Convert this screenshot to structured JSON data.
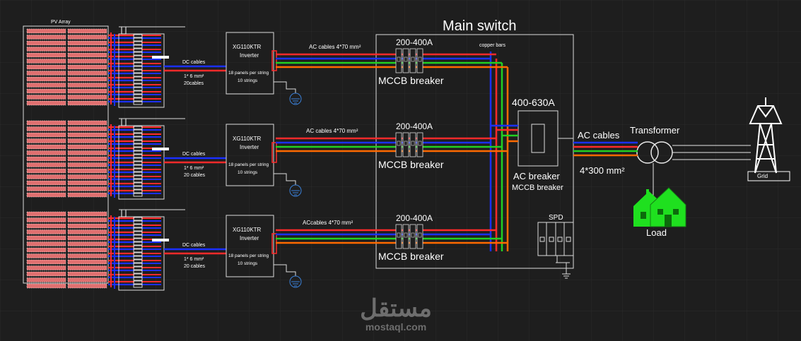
{
  "pv_array_label": "PV Array",
  "rows": [
    {
      "dc_label": "DC cables",
      "dc_spec": "1* 6 mm²",
      "dc_count": "20cables",
      "inverter_model": "XG110KTR",
      "inverter_word": "Inverter",
      "inverter_panels": "18 panels per string",
      "inverter_strings": "10 strings",
      "ac_label": "AC cables 4*70 mm²",
      "breaker_rating": "200-400A",
      "breaker_label": "MCCB breaker"
    },
    {
      "dc_label": "DC cables",
      "dc_spec": "1* 6 mm²",
      "dc_count": "20 cables",
      "inverter_model": "XG110KTR",
      "inverter_word": "Inverter",
      "inverter_panels": "18 panels per string",
      "inverter_strings": "10 strings",
      "ac_label": "AC cables 4*70 mm²",
      "breaker_rating": "200-400A",
      "breaker_label": "MCCB breaker"
    },
    {
      "dc_label": "DC cables",
      "dc_spec": "1* 6 mm²",
      "dc_count": "20 cables",
      "inverter_model": "XG110KTR",
      "inverter_word": "Inverter",
      "inverter_panels": "18 panels per string",
      "inverter_strings": "10 strings",
      "ac_label": "ACcables 4*70 mm²",
      "breaker_rating": "200-400A",
      "breaker_label": "MCCB breaker"
    }
  ],
  "main_switch": {
    "title": "Main switch",
    "copper_bars": "copper bars",
    "ac_breaker_rating": "400-630A",
    "ac_breaker_label": "AC breaker",
    "ac_breaker_sub": "MCCB breaker",
    "spd_label": "SPD"
  },
  "output": {
    "ac_cables": "AC cables",
    "ac_spec": "4*300 mm²",
    "transformer": "Transformer",
    "grid": "Grid",
    "load": "Load"
  },
  "watermark": {
    "arabic": "مستقل",
    "domain": "mostaql.com"
  },
  "colors": {
    "background": "#1e1e1e",
    "grid": "#2b2b2b",
    "panel": "#e07070",
    "red": "#ff2a2a",
    "blue": "#1a30ff",
    "green": "#22d022",
    "orange": "#ff6a00",
    "line": "#e8e8e8",
    "load": "#1fe01f",
    "ground": "#3a80d8"
  },
  "icons": {
    "ground": "ground-icon",
    "grid_tower": "transmission-tower-icon",
    "load_house": "house-icon",
    "transformer": "transformer-icon"
  }
}
